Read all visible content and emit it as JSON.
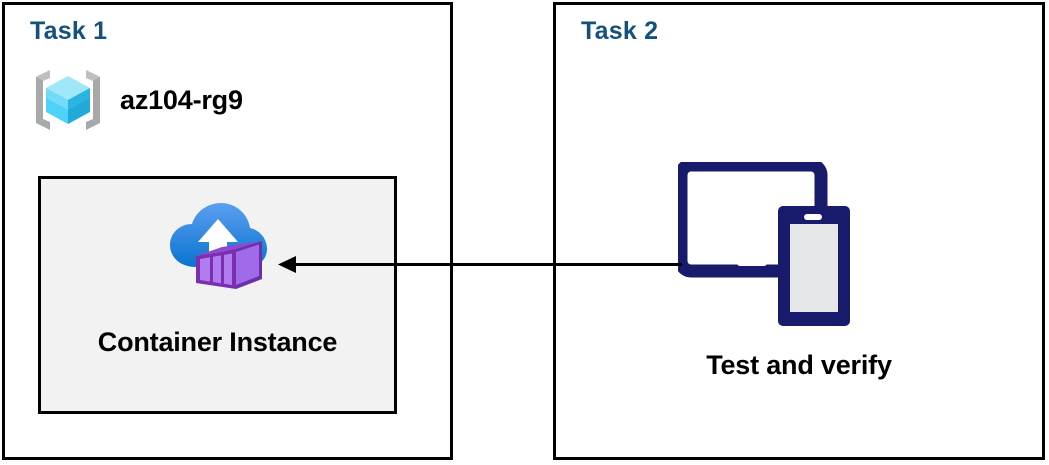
{
  "diagram": {
    "title": "Azure deployment task diagram",
    "background_color": "#ffffff",
    "border_color": "#000000",
    "heading_color": "#15517d"
  },
  "panels": [
    {
      "id": "task1",
      "title": "Task 1",
      "resource_group": {
        "icon": "resource-group-icon",
        "label": "az104-rg9",
        "icon_colors": {
          "bracket": "#a0a2a4",
          "cube_light": "#86e1f7",
          "cube_mid": "#32c5f4",
          "cube_dark": "#1490c8"
        }
      },
      "resource_card": {
        "icon": "container-instance-icon",
        "label": "Container Instance",
        "card_fill": "#f2f2f2",
        "icon_colors": {
          "cloud_top": "#4f95e8",
          "cloud_bottom": "#0f7cd4",
          "box_front": "#b07cf0",
          "box_side": "#9b61e8",
          "box_edge": "#6b2fa8"
        }
      }
    },
    {
      "id": "task2",
      "title": "Task 2",
      "device": {
        "icon": "devices-tablet-phone-icon",
        "label": "Test and verify",
        "icon_color": "#181a6b",
        "screen_fill": "#e6e7e8"
      }
    }
  ],
  "connector": {
    "name": "arrow-task2-to-task1",
    "direction": "right-to-left",
    "from": "Test and verify",
    "to": "Container Instance",
    "color": "#000000"
  }
}
